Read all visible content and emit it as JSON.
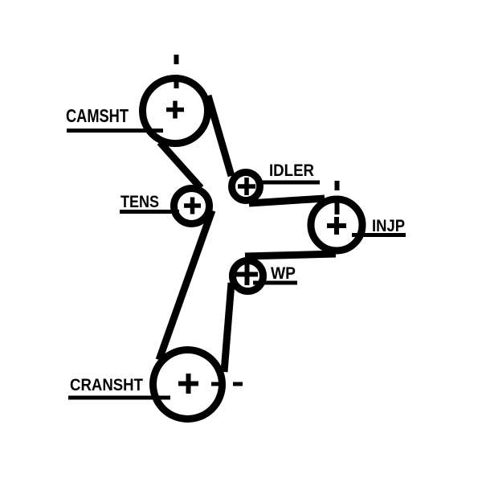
{
  "diagram": {
    "title": "timing-belt-routing-diagram",
    "background_color": "#ffffff",
    "line_color": "#000000"
  },
  "pulleys": {
    "camshaft": {
      "label": "CAMSHT",
      "center_mark": "+",
      "timing_mark": "dashed-vertical"
    },
    "tensioner": {
      "label": "TENS",
      "center_mark": "+"
    },
    "idler": {
      "label": "IDLER",
      "center_mark": "+"
    },
    "injection_pump": {
      "label": "INJP",
      "center_mark": "+",
      "timing_mark": "dashed-vertical"
    },
    "water_pump": {
      "label": "WP",
      "center_mark": "+"
    },
    "crankshaft": {
      "label": "CRANSHT",
      "center_mark": "+",
      "timing_mark": "dashed-horizontal"
    }
  }
}
